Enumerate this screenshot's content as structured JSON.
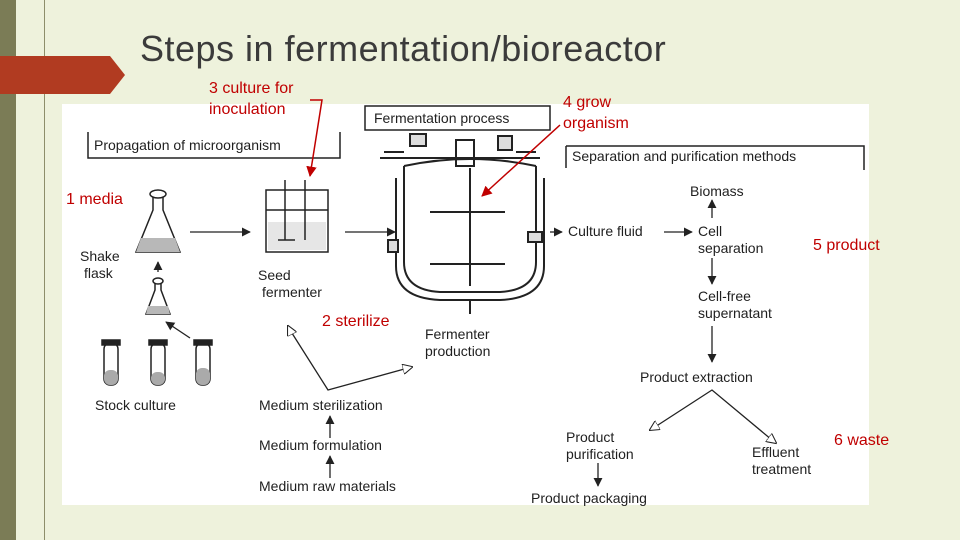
{
  "slide": {
    "title": "Steps in fermentation/bioreactor"
  },
  "diagram": {
    "headers": {
      "propagation": "Propagation of microorganism",
      "fermentation": "Fermentation process",
      "separation": "Separation and purification methods"
    },
    "labels": {
      "shake_flask_1": "Shake",
      "shake_flask_2": "flask",
      "stock_culture": "Stock culture",
      "seed_fermenter_1": "Seed",
      "seed_fermenter_2": "fermenter",
      "fermenter_production_1": "Fermenter",
      "fermenter_production_2": "production",
      "medium_sterilization": "Medium sterilization",
      "medium_formulation": "Medium formulation",
      "medium_raw_materials": "Medium raw materials",
      "culture_fluid": "Culture fluid",
      "biomass": "Biomass",
      "cell_separation_1": "Cell",
      "cell_separation_2": "separation",
      "cell_free_1": "Cell-free",
      "cell_free_2": "supernatant",
      "product_extraction": "Product extraction",
      "product_purification_1": "Product",
      "product_purification_2": "purification",
      "effluent_treatment_1": "Effluent",
      "effluent_treatment_2": "treatment",
      "product_packaging": "Product packaging"
    }
  },
  "annotations": {
    "culture_inoculation_1": "3 culture for",
    "culture_inoculation_2": "inoculation",
    "grow_organism_1": "4 grow",
    "grow_organism_2": "organism",
    "media": "1 media",
    "product": "5 product",
    "sterilize": "2 sterilize",
    "waste": "6 waste"
  },
  "colors": {
    "background": "#eef2dc",
    "accent": "#b13b21",
    "annotation": "#c00000",
    "sidebar": "#7b7c56"
  }
}
